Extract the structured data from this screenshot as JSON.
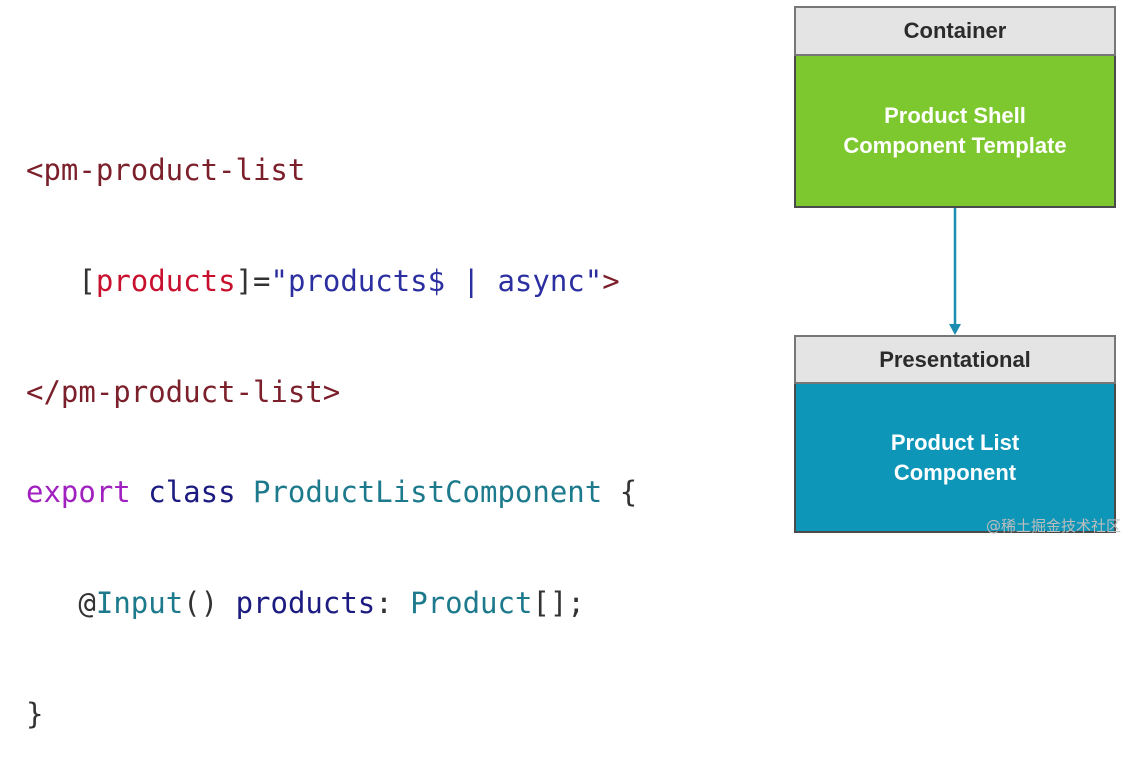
{
  "template_code": {
    "open_tag": "<pm-product-list",
    "bracket_open": "[",
    "attr_name": "products",
    "bracket_close": "]",
    "equals": "=",
    "quote_open": "\"",
    "attr_value": "products$ | async",
    "quote_close": "\"",
    "gt": ">",
    "close_tag": "</pm-product-list>"
  },
  "class_code": {
    "kw_export": "export",
    "kw_class": "class",
    "class_name": "ProductListComponent",
    "brace_open": "{",
    "at": "@",
    "decorator": "Input",
    "parens": "()",
    "prop": "products",
    "colon": ":",
    "type": "Product",
    "type_suffix": "[];",
    "brace_close": "}"
  },
  "diagram": {
    "container": {
      "header": "Container",
      "body_line1": "Product Shell",
      "body_line2": "Component Template",
      "color": "#7ec82f"
    },
    "presentational": {
      "header": "Presentational",
      "body_line1": "Product List",
      "body_line2": "Component",
      "color": "#0e96b8"
    },
    "arrow_color": "#1a8db0"
  },
  "watermark": "@稀土掘金技术社区"
}
